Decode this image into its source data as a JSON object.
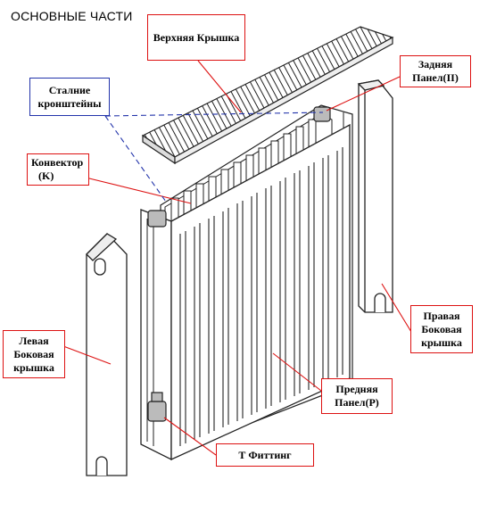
{
  "title": "ОСНОВНЫЕ ЧАСТИ",
  "labels": {
    "top_cover": "Верхняя Крышка",
    "brackets_line1": "Сталние",
    "brackets_line2": "кронштейны",
    "back_panel_line1": "Задняя",
    "back_panel_line2": "Панел(II)",
    "convector_line1": "Конвектор",
    "convector_line2": "(K)",
    "left_cover_line1": "Левая",
    "left_cover_line2": "Боковая",
    "left_cover_line3": "крышка",
    "right_cover_line1": "Правая",
    "right_cover_line2": "Боковая",
    "right_cover_line3": "крышка",
    "front_panel_line1": "Предняя",
    "front_panel_line2": "Панел(P)",
    "t_fitting": "Т Фиттинг"
  },
  "colors": {
    "callout_border": "#dd1111",
    "leader_red": "#dd1111",
    "leader_blue": "#2233aa",
    "drawing": "#222222"
  }
}
